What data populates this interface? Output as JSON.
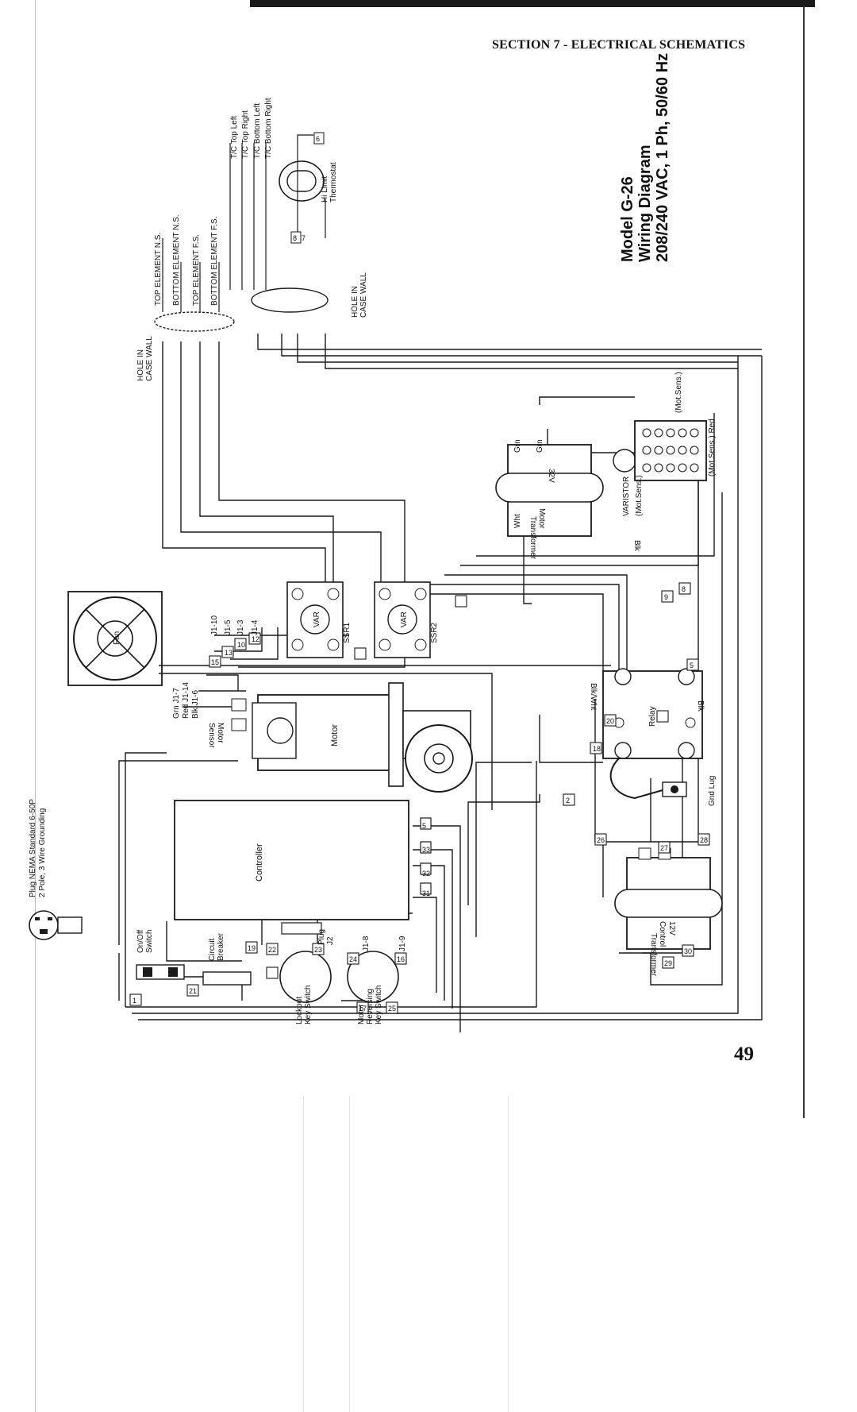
{
  "header": {
    "section": "SECTION 7 - ELECTRICAL SCHEMATICS",
    "page_number": "49"
  },
  "title": {
    "model": "Model G-26",
    "diagram": "Wiring Diagram",
    "rating": "208/240 VAC, 1 Ph, 50/60 Hz"
  },
  "labels": {
    "plug": "Plug NEMA Standard 6-50P",
    "plug_sub": "2 Pole, 3 Wire Grounding",
    "onoff": "On/Off",
    "onoff2": "Switch",
    "breaker": "Circuit",
    "breaker2": "Breaker",
    "lockout": "Lockout",
    "lockout2": "Key Switch",
    "reversing": "Motor",
    "reversing2": "Reversing",
    "reversing3": "Key Switch",
    "controller": "Controller",
    "plug_j2": "Plug",
    "plug_j2b": "J2",
    "motor": "Motor",
    "motor_sensor": "Motor",
    "motor_sensor2": "Sensor",
    "fan": "Fan",
    "ssr1": "SSR1",
    "ssr2": "SSR2",
    "var": "VAR",
    "relay": "Relay",
    "gnd_lug": "Gnd Lug",
    "control_tx": "Control",
    "control_tx2": "Transformer",
    "control_12v": "12V",
    "motor_tx": "Motor",
    "motor_tx2": "Transformer",
    "motor_32v": "32V",
    "varistor": "VARISTOR",
    "hole1": "HOLE IN",
    "hole1b": "CASE WALL",
    "hole2": "HOLE IN",
    "hole2b": "CASE WALL",
    "hi_limit": "Hi Limit",
    "hi_limit2": "Thermostat",
    "top_ns": "TOP ELEMENT N.S.",
    "bottom_ns": "BOTTOM ELEMENT N.S.",
    "top_fs": "TOP ELEMENT F.S.",
    "bottom_fs": "BOTTOM ELEMENT F.S.",
    "tc_top_left": "T/C Top Left",
    "tc_top_right": "T/C Top Right",
    "tc_bottom_left": "T/C Bottom Left",
    "tc_bottom_right": "T/C Bottom Right",
    "grn_j17": "Grn J1-7",
    "red_j114": "Red J1-14",
    "blk_j16": "Blk J1-6",
    "j110": "J1-10",
    "j15": "J1-5",
    "j13": "J1-3",
    "j14": "J1-4",
    "j18": "J1-8",
    "j19": "J1-9",
    "blk_wht": "Blk/Wht",
    "blk": "Blk",
    "grn": "Grn",
    "wht": "Wht",
    "mot_sens_grn": "(Mot.Sens.)",
    "mot_sens_blk": "(Mot.Sens.)",
    "mot_sens_red": "(Mot.Sens.) Red"
  },
  "wire_numbers": [
    "1",
    "2",
    "5",
    "6",
    "7",
    "8",
    "9",
    "10",
    "12",
    "13",
    "15",
    "16",
    "17",
    "18",
    "19",
    "20",
    "21",
    "22",
    "23",
    "24",
    "25",
    "26",
    "27",
    "28",
    "29",
    "30",
    "31",
    "32",
    "33",
    "5",
    "6",
    "8"
  ]
}
